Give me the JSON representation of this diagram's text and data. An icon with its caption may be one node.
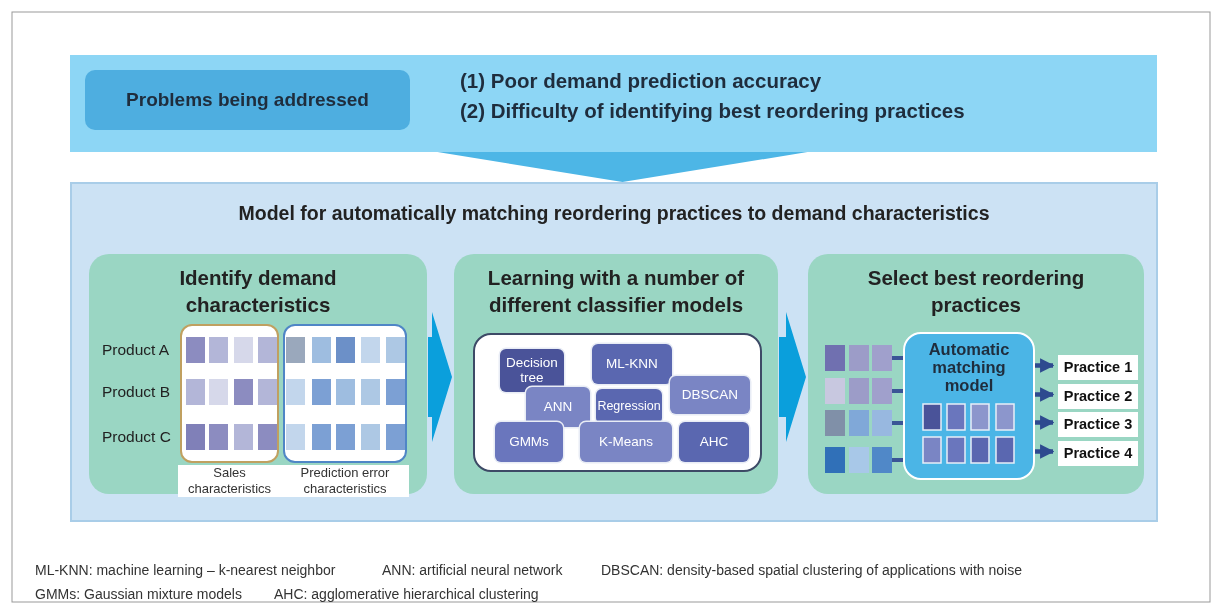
{
  "diagram": {
    "nodes": [
      {
        "text": [
          "(1) Poor demand prediction accuracy",
          "(2) Difficulty of identifying best reordering practices"
        ]
      },
      {
        "text": [
          "Problems being addressed"
        ],
        "in": 0
      },
      {
        "text": [
          "Model for automatically matching reordering practices to demand characteristics"
        ]
      },
      {
        "text": [
          "Identify demand characteristics"
        ],
        "in": 2
      },
      {
        "text": [
          "Sales characteristics"
        ],
        "in": 3
      },
      {
        "text": [
          "Prediction error characteristics"
        ],
        "in": 3
      },
      {
        "text": [
          "Learning with a number of different classifier models"
        ],
        "in": 2
      },
      {
        "text": [],
        "shape": "box",
        "in": 6
      },
      {
        "text": [
          "Decision tree"
        ],
        "in": 7
      },
      {
        "text": [
          "ML-KNN"
        ],
        "in": 7
      },
      {
        "text": [
          "ANN"
        ],
        "in": 7
      },
      {
        "text": [
          "Regression"
        ],
        "in": 7
      },
      {
        "text": [
          "DBSCAN"
        ],
        "in": 7
      },
      {
        "text": [
          "GMMs"
        ],
        "in": 7
      },
      {
        "text": [
          "K-Means"
        ],
        "in": 7
      },
      {
        "text": [
          "AHC"
        ],
        "in": 7
      },
      {
        "text": [
          "Select best reordering practices"
        ],
        "in": 2
      },
      {
        "text": [
          "Automatic matching model"
        ],
        "in": 16
      },
      {
        "text": [
          "Practice 1"
        ],
        "in": 16
      },
      {
        "text": [
          "Practice 2"
        ],
        "in": 16
      },
      {
        "text": [
          "Practice 3"
        ],
        "in": 16
      },
      {
        "text": [
          "Practice 4"
        ],
        "in": 16
      }
    ],
    "edges": [
      {
        "from": 0,
        "to": 2,
        "arrow": "to",
        "style": "thick",
        "color": "#4db6e6"
      },
      {
        "from": 3,
        "to": 6,
        "arrow": "to",
        "style": "thick",
        "color": "#0a9fdc"
      },
      {
        "from": 6,
        "to": 16,
        "arrow": "to",
        "style": "thick",
        "color": "#0a9fdc"
      },
      {
        "from": 17,
        "to": 18,
        "arrow": "to"
      },
      {
        "from": 17,
        "to": 19,
        "arrow": "to"
      },
      {
        "from": 17,
        "to": 20,
        "arrow": "to"
      },
      {
        "from": 17,
        "to": 21,
        "arrow": "to"
      }
    ],
    "labels": [
      "Product A",
      "Product B",
      "Product C",
      "ML-KNN: machine learning – k-nearest neighbor",
      "ANN: artificial neural network",
      "DBSCAN: density-based spatial clustering of applications with noise",
      "GMMs: Gaussian mixture models",
      "AHC: agglomerative hierarchical clustering"
    ]
  }
}
